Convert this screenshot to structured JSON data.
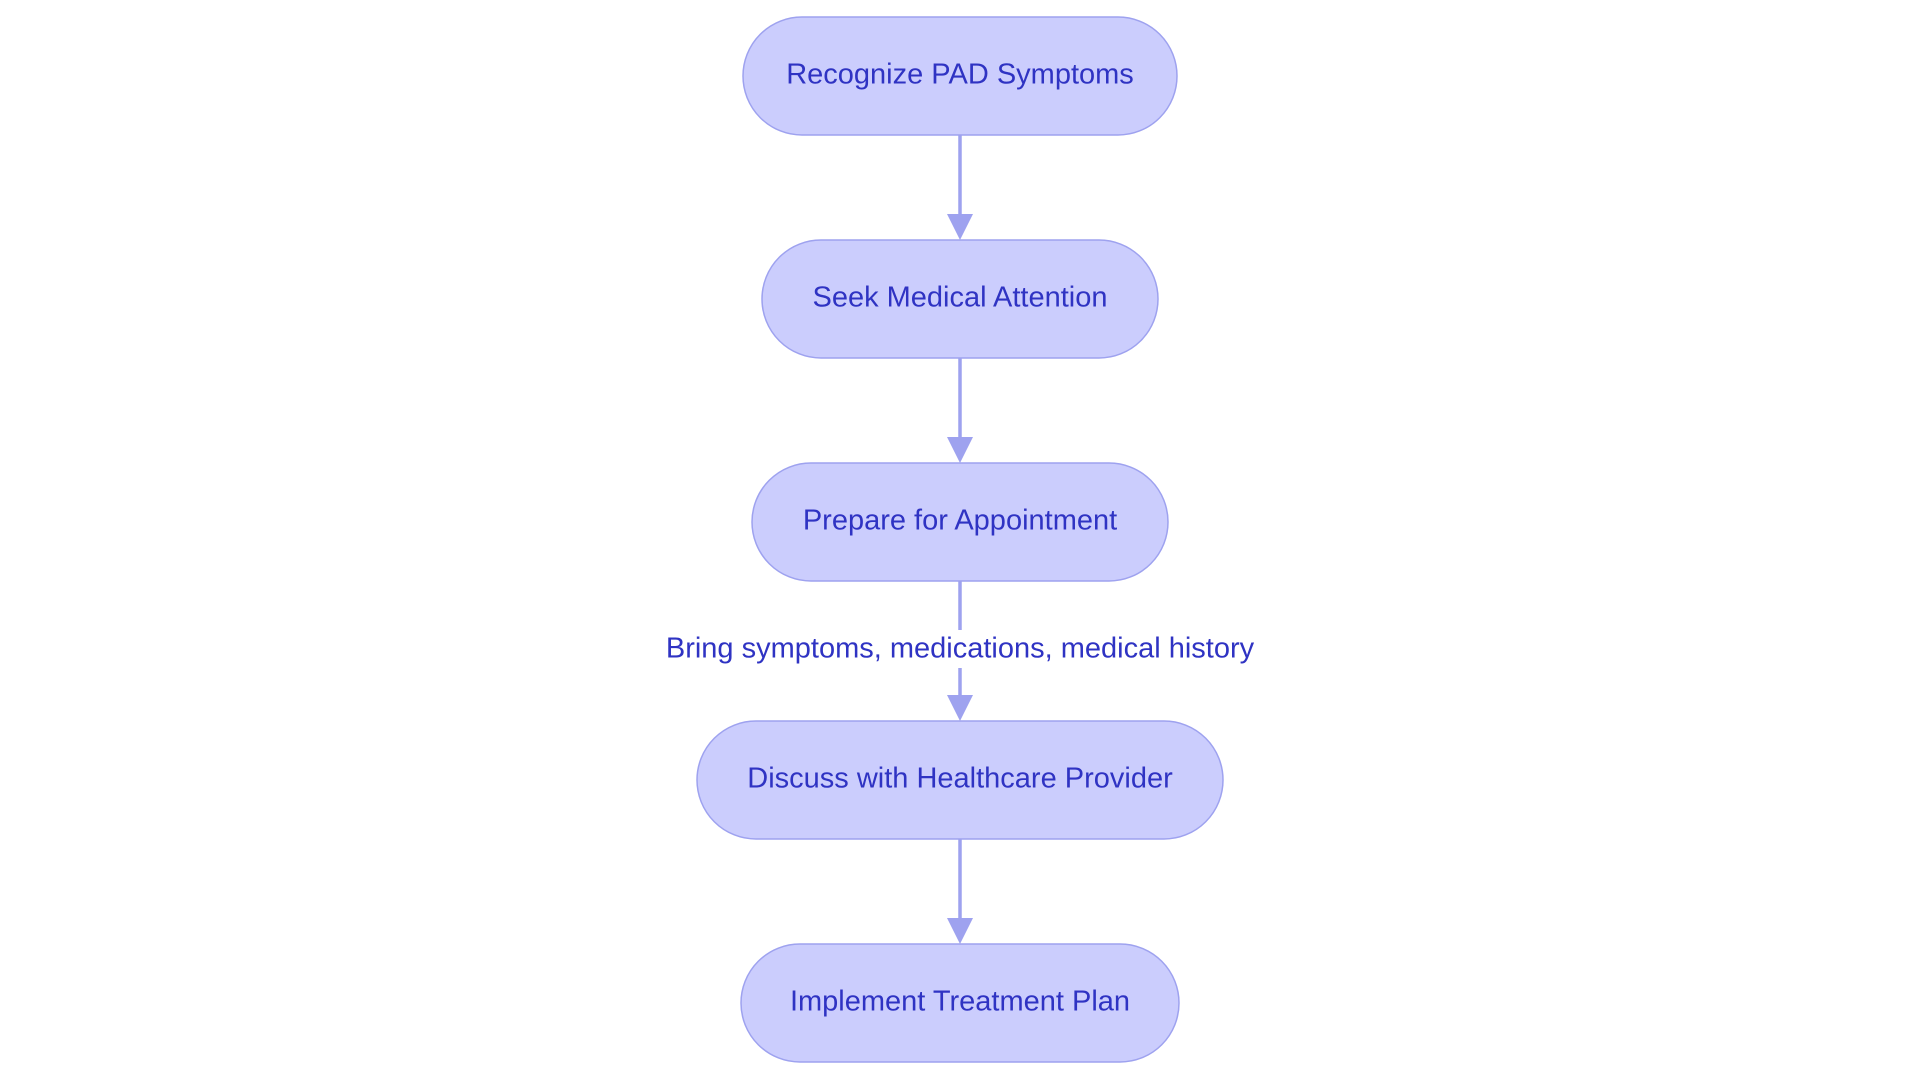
{
  "nodes": [
    {
      "id": "recognize",
      "label": "Recognize PAD Symptoms"
    },
    {
      "id": "seek",
      "label": "Seek Medical Attention"
    },
    {
      "id": "prepare",
      "label": "Prepare for Appointment"
    },
    {
      "id": "discuss",
      "label": "Discuss with Healthcare Provider"
    },
    {
      "id": "implement",
      "label": "Implement Treatment Plan"
    }
  ],
  "edges": [
    {
      "from": "recognize",
      "to": "seek",
      "label": ""
    },
    {
      "from": "seek",
      "to": "prepare",
      "label": ""
    },
    {
      "from": "prepare",
      "to": "discuss",
      "label": "Bring symptoms, medications, medical history"
    },
    {
      "from": "discuss",
      "to": "implement",
      "label": ""
    }
  ],
  "colors": {
    "node_fill": "#cbcdfd",
    "node_stroke": "#9ea2ef",
    "text": "#2f33c3",
    "edge": "#9ea2ef"
  }
}
